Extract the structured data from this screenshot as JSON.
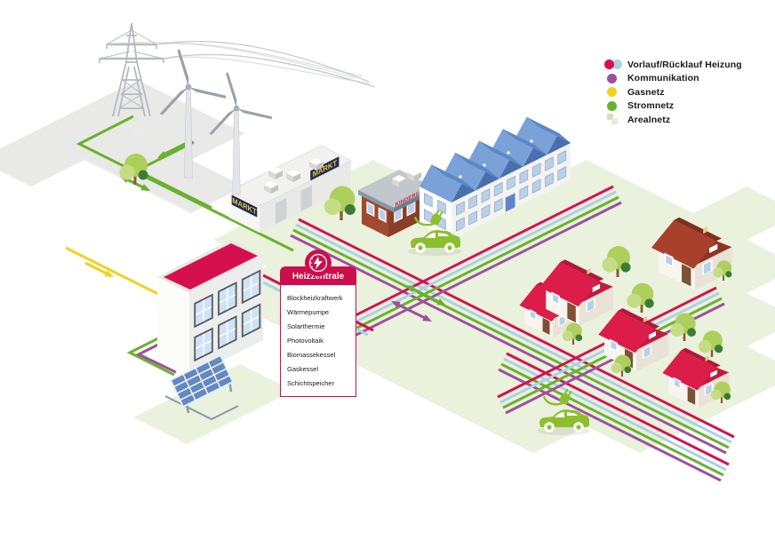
{
  "legend": {
    "items": [
      {
        "label": "Vorlauf/Rücklauf Heizung",
        "icon": "dual-dot",
        "colors": [
          "#d6104e",
          "#a9d2e6"
        ]
      },
      {
        "label": "Kommunikation",
        "icon": "dot",
        "colors": [
          "#9e509c"
        ]
      },
      {
        "label": "Gasnetz",
        "icon": "dot",
        "colors": [
          "#f2d21d"
        ]
      },
      {
        "label": "Stromnetz",
        "icon": "dot",
        "colors": [
          "#69b22c"
        ]
      },
      {
        "label": "Arealnetz",
        "icon": "checker-tiles",
        "colors": [
          "#cfe3b4",
          "#e6efd5"
        ]
      }
    ]
  },
  "callout": {
    "title": "Heizzentrale",
    "items": [
      "Blockheizkraftwerk",
      "Wärmepumpe",
      "Solarthermie",
      "Photovoltaik",
      "Biomassekessel",
      "Gaskessel",
      "Schichtspeicher"
    ]
  },
  "signs": {
    "market": "MARKT",
    "kindergarten": "KINDERGARTEN"
  },
  "network_colors": {
    "vorlauf": "#d6104e",
    "ruecklauf": "#a9d2e6",
    "kommunikation": "#9e509c",
    "gasnetz": "#f2d21d",
    "stromnetz": "#69b22c",
    "areal_tile": "#eaf1dd",
    "ground_tile_gray": "#e9e9e7"
  },
  "icons": {
    "energy_icon": "sun-lightning-bolt",
    "power_pylon": "lattice transmission tower with sweeping wires",
    "wind_turbine": "three-blade turbine, 2x",
    "electric_car": "green car with charging plug, 2x",
    "solar_panel": "tilted PV panel 4x4 cells",
    "tree": "round deciduous tree, multiple"
  }
}
